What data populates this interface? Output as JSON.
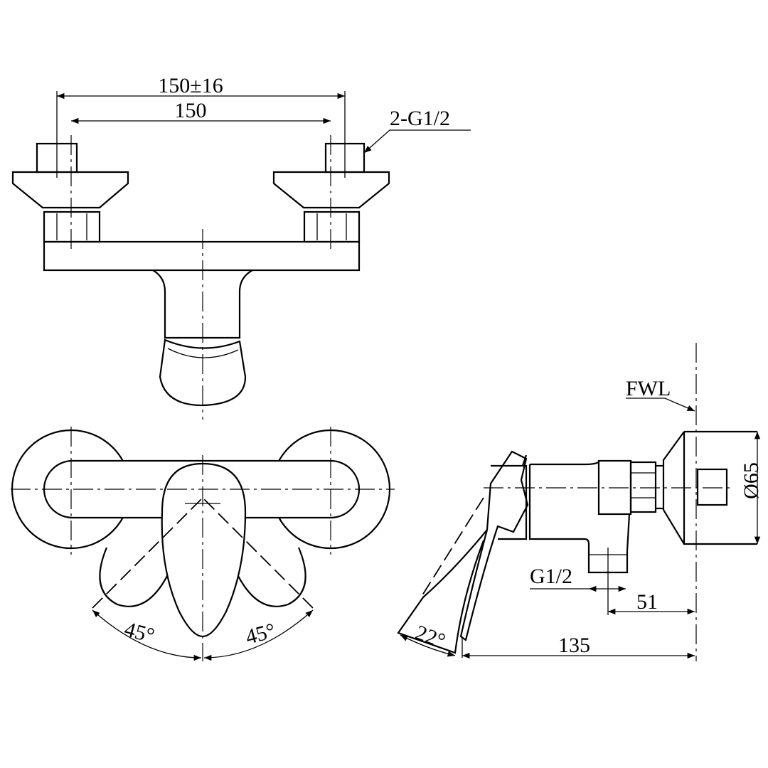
{
  "dimensions": {
    "center_distance_tolerance": "150±16",
    "center_distance": "150",
    "inlet_thread": "2-G1/2",
    "finished_wall_line": "FWL",
    "plate_diameter": "Ø65",
    "outlet_thread": "G1/2",
    "outlet_offset": "51",
    "projection": "135",
    "lever_angle_left": "45°",
    "lever_angle_right": "45°",
    "lever_tilt": "22°"
  }
}
